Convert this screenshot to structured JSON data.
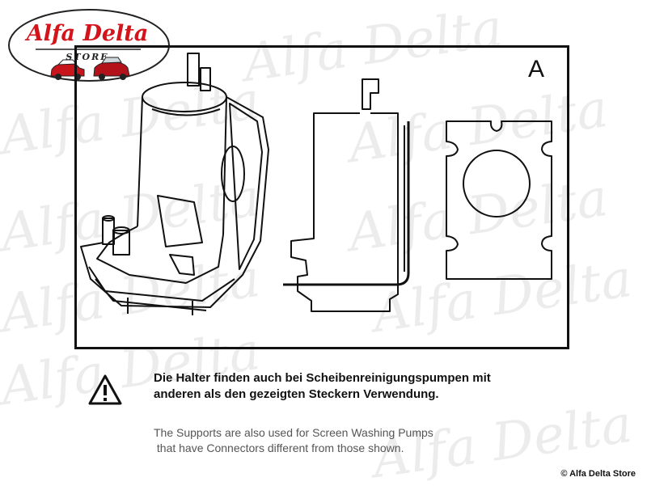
{
  "logo": {
    "brand": "Alfa Delta",
    "subtitle": "STORE",
    "brand_color": "#d4141b"
  },
  "watermark": {
    "text": "Alfa Delta"
  },
  "drawing": {
    "label": "A"
  },
  "notice": {
    "icon": "warning-icon",
    "german_line1": "Die Halter finden auch bei Scheibenreinigungspumpen mit",
    "german_line2": "anderen als den gezeigten Steckern Verwendung.",
    "english_line1": "The Supports are also used for Screen Washing Pumps",
    "english_line2": " that have Connectors different from those shown."
  },
  "footer": {
    "copyright": "© Alfa Delta Store"
  }
}
